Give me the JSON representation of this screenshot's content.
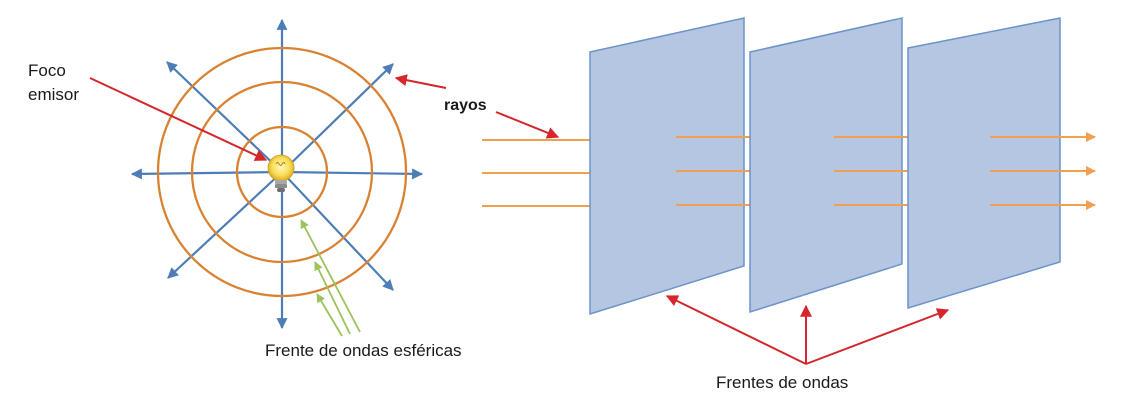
{
  "labels": {
    "source_line1": "Foco",
    "source_line2": "emisor",
    "rays": "rayos",
    "spherical": "Frente de ondas esféricas",
    "plane": "Frentes de ondas"
  },
  "colors": {
    "ring": "#D98232",
    "blue_arrow": "#4E7DB5",
    "red_arrow": "#D4262B",
    "green_arrow": "#9BC35C",
    "orange_ray": "#F0A050",
    "panel_fill": "#B4C6E2",
    "panel_stroke": "#6D93C8"
  },
  "icons": {
    "source": "lightbulb-icon"
  }
}
